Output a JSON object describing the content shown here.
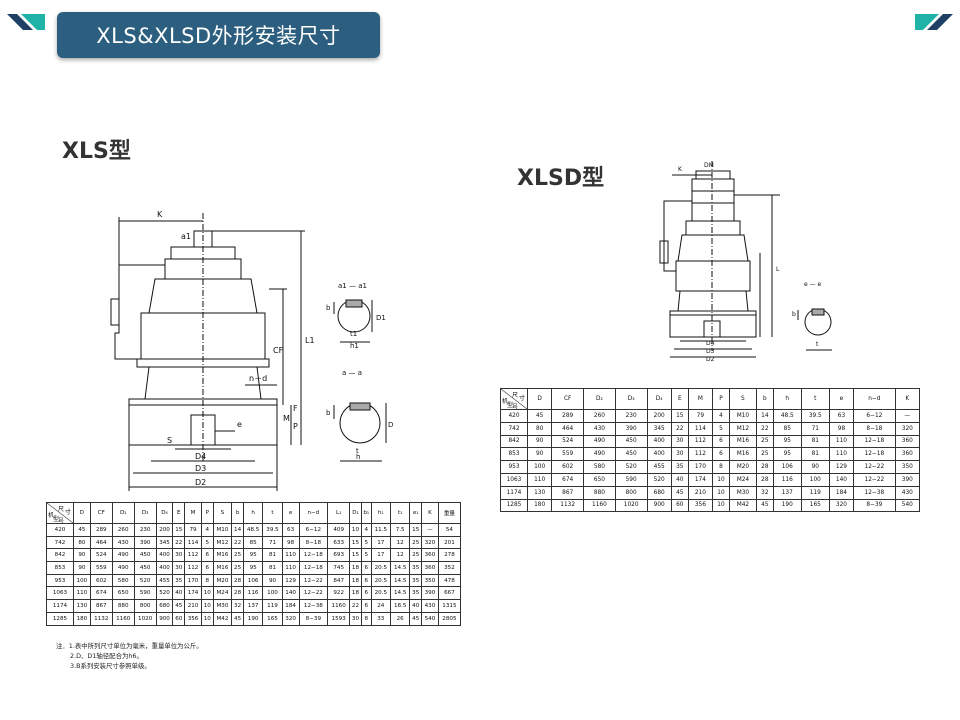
{
  "title": "XLS&XLSD外形安装尺寸",
  "xls": {
    "model_title": "XLS型",
    "drawing_labels": {
      "K": "K",
      "a1": "a1",
      "L1": "L1",
      "CF": "CF",
      "n_d": "n－d",
      "M": "M",
      "F": "F",
      "P": "P",
      "S": "S",
      "e": "e",
      "D4": "D4",
      "D3": "D3",
      "D2": "D2",
      "a1a1": "a1 — a1",
      "b": "b",
      "D1": "D1",
      "t1": "t1",
      "h1": "h1",
      "aa": "a — a",
      "t": "t",
      "D": "D",
      "h": "h"
    },
    "table": {
      "corner": {
        "top": "尺",
        "mid": "寸",
        "left": "机",
        "bottom1": "型",
        "bottom2": "号"
      },
      "headers": [
        "D",
        "CF",
        "D₂",
        "D₃",
        "D₄",
        "E",
        "M",
        "P",
        "S",
        "b",
        "h",
        "t",
        "e",
        "n−d",
        "L₁",
        "D₁",
        "b₁",
        "h₁",
        "t₁",
        "e₁",
        "K",
        "重量"
      ],
      "rows": [
        [
          "420",
          "45",
          "289",
          "260",
          "230",
          "200",
          "15",
          "79",
          "4",
          "M10",
          "14",
          "48.5",
          "39.5",
          "63",
          "6−12",
          "409",
          "10",
          "4",
          "11.5",
          "7.5",
          "15",
          "—",
          "54"
        ],
        [
          "742",
          "80",
          "464",
          "430",
          "390",
          "345",
          "22",
          "114",
          "5",
          "M12",
          "22",
          "85",
          "71",
          "98",
          "8−18",
          "633",
          "15",
          "5",
          "17",
          "12",
          "25",
          "320",
          "201"
        ],
        [
          "842",
          "90",
          "524",
          "490",
          "450",
          "400",
          "30",
          "112",
          "6",
          "M16",
          "25",
          "95",
          "81",
          "110",
          "12−18",
          "693",
          "15",
          "5",
          "17",
          "12",
          "25",
          "360",
          "278"
        ],
        [
          "853",
          "90",
          "559",
          "490",
          "450",
          "400",
          "30",
          "112",
          "6",
          "M16",
          "25",
          "95",
          "81",
          "110",
          "12−18",
          "745",
          "18",
          "6",
          "20.5",
          "14.5",
          "35",
          "360",
          "352"
        ],
        [
          "953",
          "100",
          "602",
          "580",
          "520",
          "455",
          "35",
          "170",
          "8",
          "M20",
          "28",
          "106",
          "90",
          "129",
          "12−22",
          "847",
          "18",
          "6",
          "20.5",
          "14.5",
          "35",
          "350",
          "478"
        ],
        [
          "1063",
          "110",
          "674",
          "650",
          "590",
          "520",
          "40",
          "174",
          "10",
          "M24",
          "28",
          "116",
          "100",
          "140",
          "12−22",
          "922",
          "18",
          "6",
          "20.5",
          "14.5",
          "35",
          "390",
          "667"
        ],
        [
          "1174",
          "130",
          "867",
          "880",
          "800",
          "680",
          "45",
          "210",
          "10",
          "M30",
          "32",
          "137",
          "119",
          "184",
          "12−38",
          "1160",
          "22",
          "6",
          "24",
          "18.5",
          "40",
          "430",
          "1315"
        ],
        [
          "1285",
          "180",
          "1132",
          "1160",
          "1020",
          "900",
          "60",
          "356",
          "10",
          "M42",
          "45",
          "190",
          "165",
          "320",
          "8−39",
          "1593",
          "30",
          "8",
          "33",
          "26",
          "45",
          "540",
          "2805"
        ]
      ]
    },
    "notes": [
      "注．1.表中所列尺寸单位为毫米，重量单位为公斤。",
      "2.D、D1轴径配合为h6。",
      "3.B系列安装尺寸参照单级。"
    ]
  },
  "xlsd": {
    "model_title": "XLSD型",
    "drawing_labels": {
      "K": "K",
      "DM": "DM",
      "L": "L",
      "D4": "D4",
      "D3": "D3",
      "D2": "D2",
      "ee": "e — e",
      "b": "b",
      "t": "t"
    },
    "table": {
      "corner": {
        "top": "尺",
        "mid": "寸",
        "left": "机",
        "bottom1": "型",
        "bottom2": "号"
      },
      "headers": [
        "D",
        "CF",
        "D₂",
        "D₃",
        "D₄",
        "E",
        "M",
        "P",
        "S",
        "b",
        "h",
        "t",
        "e",
        "n−d",
        "K"
      ],
      "rows": [
        [
          "420",
          "45",
          "289",
          "260",
          "230",
          "200",
          "15",
          "79",
          "4",
          "M10",
          "14",
          "48.5",
          "39.5",
          "63",
          "6−12",
          "—"
        ],
        [
          "742",
          "80",
          "464",
          "430",
          "390",
          "345",
          "22",
          "114",
          "5",
          "M12",
          "22",
          "85",
          "71",
          "98",
          "8−18",
          "320"
        ],
        [
          "842",
          "90",
          "524",
          "490",
          "450",
          "400",
          "30",
          "112",
          "6",
          "M16",
          "25",
          "95",
          "81",
          "110",
          "12−18",
          "360"
        ],
        [
          "853",
          "90",
          "559",
          "490",
          "450",
          "400",
          "30",
          "112",
          "6",
          "M16",
          "25",
          "95",
          "81",
          "110",
          "12−18",
          "360"
        ],
        [
          "953",
          "100",
          "602",
          "580",
          "520",
          "455",
          "35",
          "170",
          "8",
          "M20",
          "28",
          "106",
          "90",
          "129",
          "12−22",
          "350"
        ],
        [
          "1063",
          "110",
          "674",
          "650",
          "590",
          "520",
          "40",
          "174",
          "10",
          "M24",
          "28",
          "116",
          "100",
          "140",
          "12−22",
          "390"
        ],
        [
          "1174",
          "130",
          "867",
          "880",
          "800",
          "680",
          "45",
          "210",
          "10",
          "M30",
          "32",
          "137",
          "119",
          "184",
          "12−38",
          "430"
        ],
        [
          "1285",
          "180",
          "1132",
          "1160",
          "1020",
          "900",
          "60",
          "356",
          "10",
          "M42",
          "45",
          "190",
          "165",
          "320",
          "8−39",
          "540"
        ]
      ]
    }
  },
  "colors": {
    "banner": "#2c5f7f",
    "accent_teal": "#1fb3a7",
    "accent_navy": "#1f3f66"
  }
}
